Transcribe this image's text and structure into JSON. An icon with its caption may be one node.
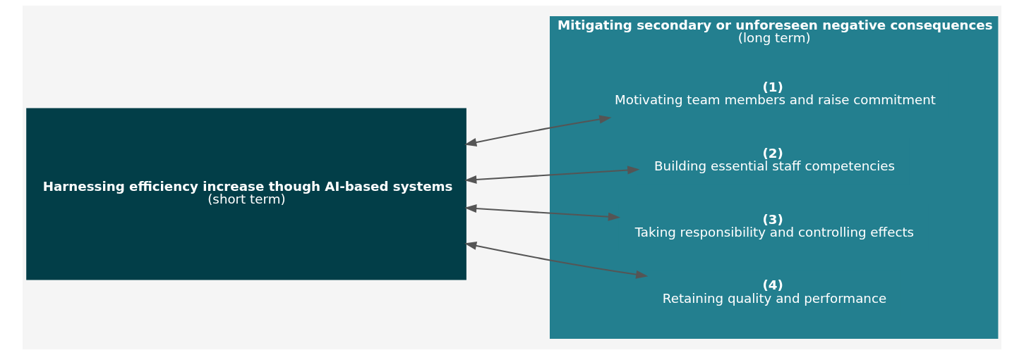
{
  "diagram": {
    "nodes": [
      {
        "text": [
          "Harnessing efficiency increase though AI-based systems",
          "(short term)"
        ]
      },
      {
        "text": [
          "Mitigating secondary or unforeseen negative consequences",
          "(long term)"
        ]
      },
      {
        "text": [
          "(1)",
          "Motivating team members and raise commitment"
        ],
        "in": 1
      },
      {
        "text": [
          "(2)",
          "Building essential staff competencies"
        ],
        "in": 1
      },
      {
        "text": [
          "(3)",
          "Taking responsibility and controlling effects"
        ],
        "in": 1
      },
      {
        "text": [
          "(4)",
          "Retaining quality and performance"
        ],
        "in": 1
      }
    ],
    "edges": [
      {
        "from": 0,
        "to": 2,
        "arrow": "both"
      },
      {
        "from": 0,
        "to": 3,
        "arrow": "both"
      },
      {
        "from": 0,
        "to": 4,
        "arrow": "both"
      },
      {
        "from": 0,
        "to": 5,
        "arrow": "both"
      }
    ]
  }
}
